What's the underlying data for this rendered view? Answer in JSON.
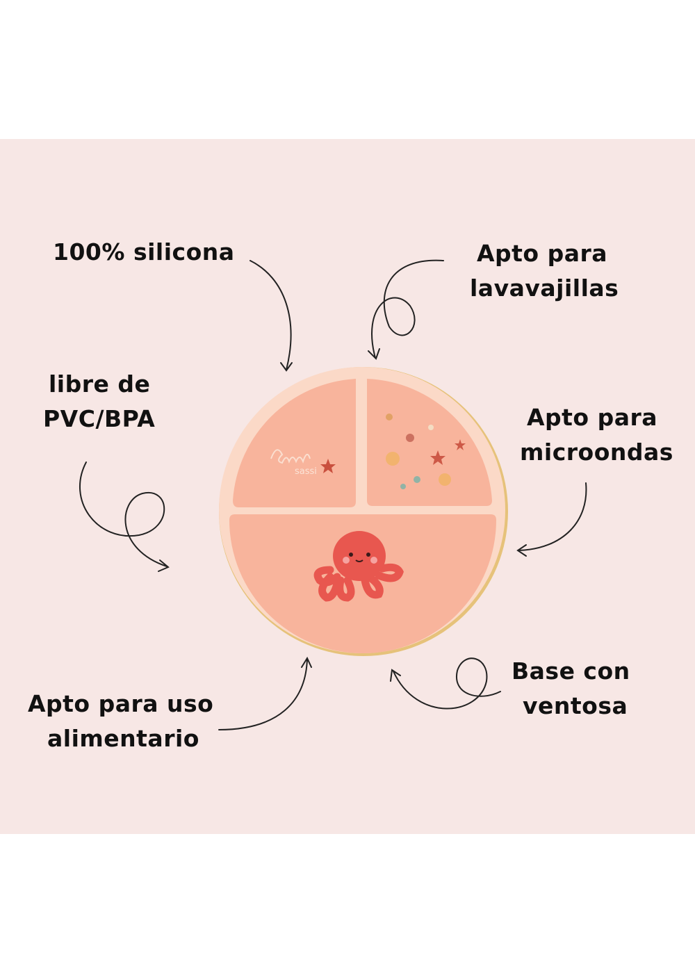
{
  "features": [
    {
      "id": "silicona",
      "lines": [
        "100% silicona"
      ]
    },
    {
      "id": "lavavajillas",
      "lines": [
        "Apto para",
        "lavavajillas"
      ]
    },
    {
      "id": "pvc-bpa",
      "lines": [
        "libre de",
        "PVC/BPA"
      ]
    },
    {
      "id": "microondas",
      "lines": [
        "Apto para",
        "microondas"
      ]
    },
    {
      "id": "uso-alimentario",
      "lines": [
        "Apto para uso",
        "alimentario"
      ]
    },
    {
      "id": "ventosa",
      "lines": [
        "Base con",
        "ventosa"
      ]
    }
  ],
  "plate": {
    "logo_text": "sassi"
  },
  "colors": {
    "background": "#f7e7e5",
    "plate": "#f9b9a0",
    "plate_rim": "#fbd9c7",
    "text": "#111111",
    "octopus": "#e8574f"
  }
}
